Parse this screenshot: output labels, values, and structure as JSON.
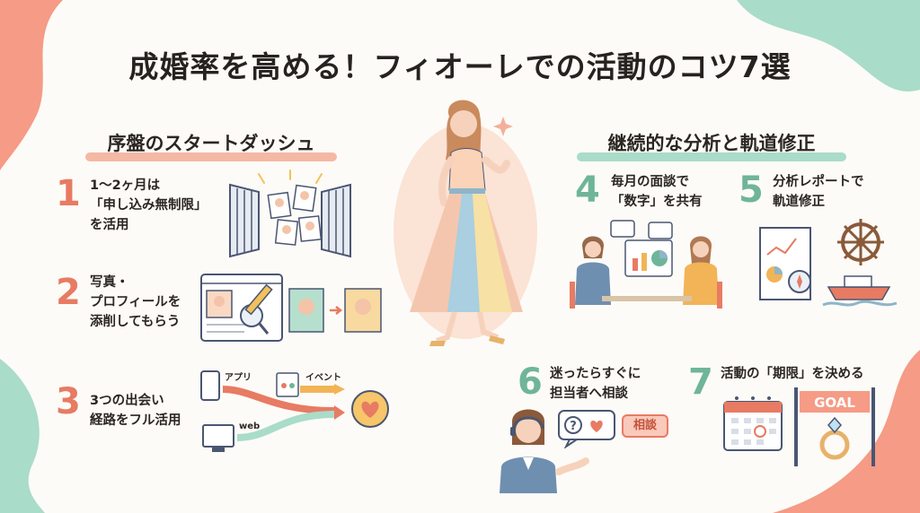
{
  "title": "成婚率を高める！フィオーレでの活動のコツ7選",
  "sections": {
    "left": "序盤のスタートダッシュ",
    "right": "継続的な分析と軌道修正"
  },
  "tips": [
    {
      "num": "1",
      "lines": [
        "1〜2ヶ月は",
        "「申し込み無制限」",
        "を活用"
      ]
    },
    {
      "num": "2",
      "lines": [
        "写真・",
        "プロフィールを",
        "添削してもらう"
      ]
    },
    {
      "num": "3",
      "lines": [
        "3つの出会い",
        "経路をフル活用"
      ]
    },
    {
      "num": "4",
      "lines": [
        "毎月の面談で",
        "「数字」を共有"
      ]
    },
    {
      "num": "5",
      "lines": [
        "分析レポートで",
        "軌道修正"
      ]
    },
    {
      "num": "6",
      "lines": [
        "迷ったらすぐに",
        "担当者へ相談"
      ]
    },
    {
      "num": "7",
      "lines": [
        "活動の「期限」を決める"
      ]
    }
  ],
  "labels": {
    "app": "アプリ",
    "event": "イベント",
    "web": "web",
    "consult": "相談",
    "goal": "GOAL"
  },
  "colors": {
    "accent_red": "#e77b63",
    "accent_green": "#6fb59a",
    "blob_red": "#f59b86",
    "blob_green": "#a9dcc9"
  }
}
